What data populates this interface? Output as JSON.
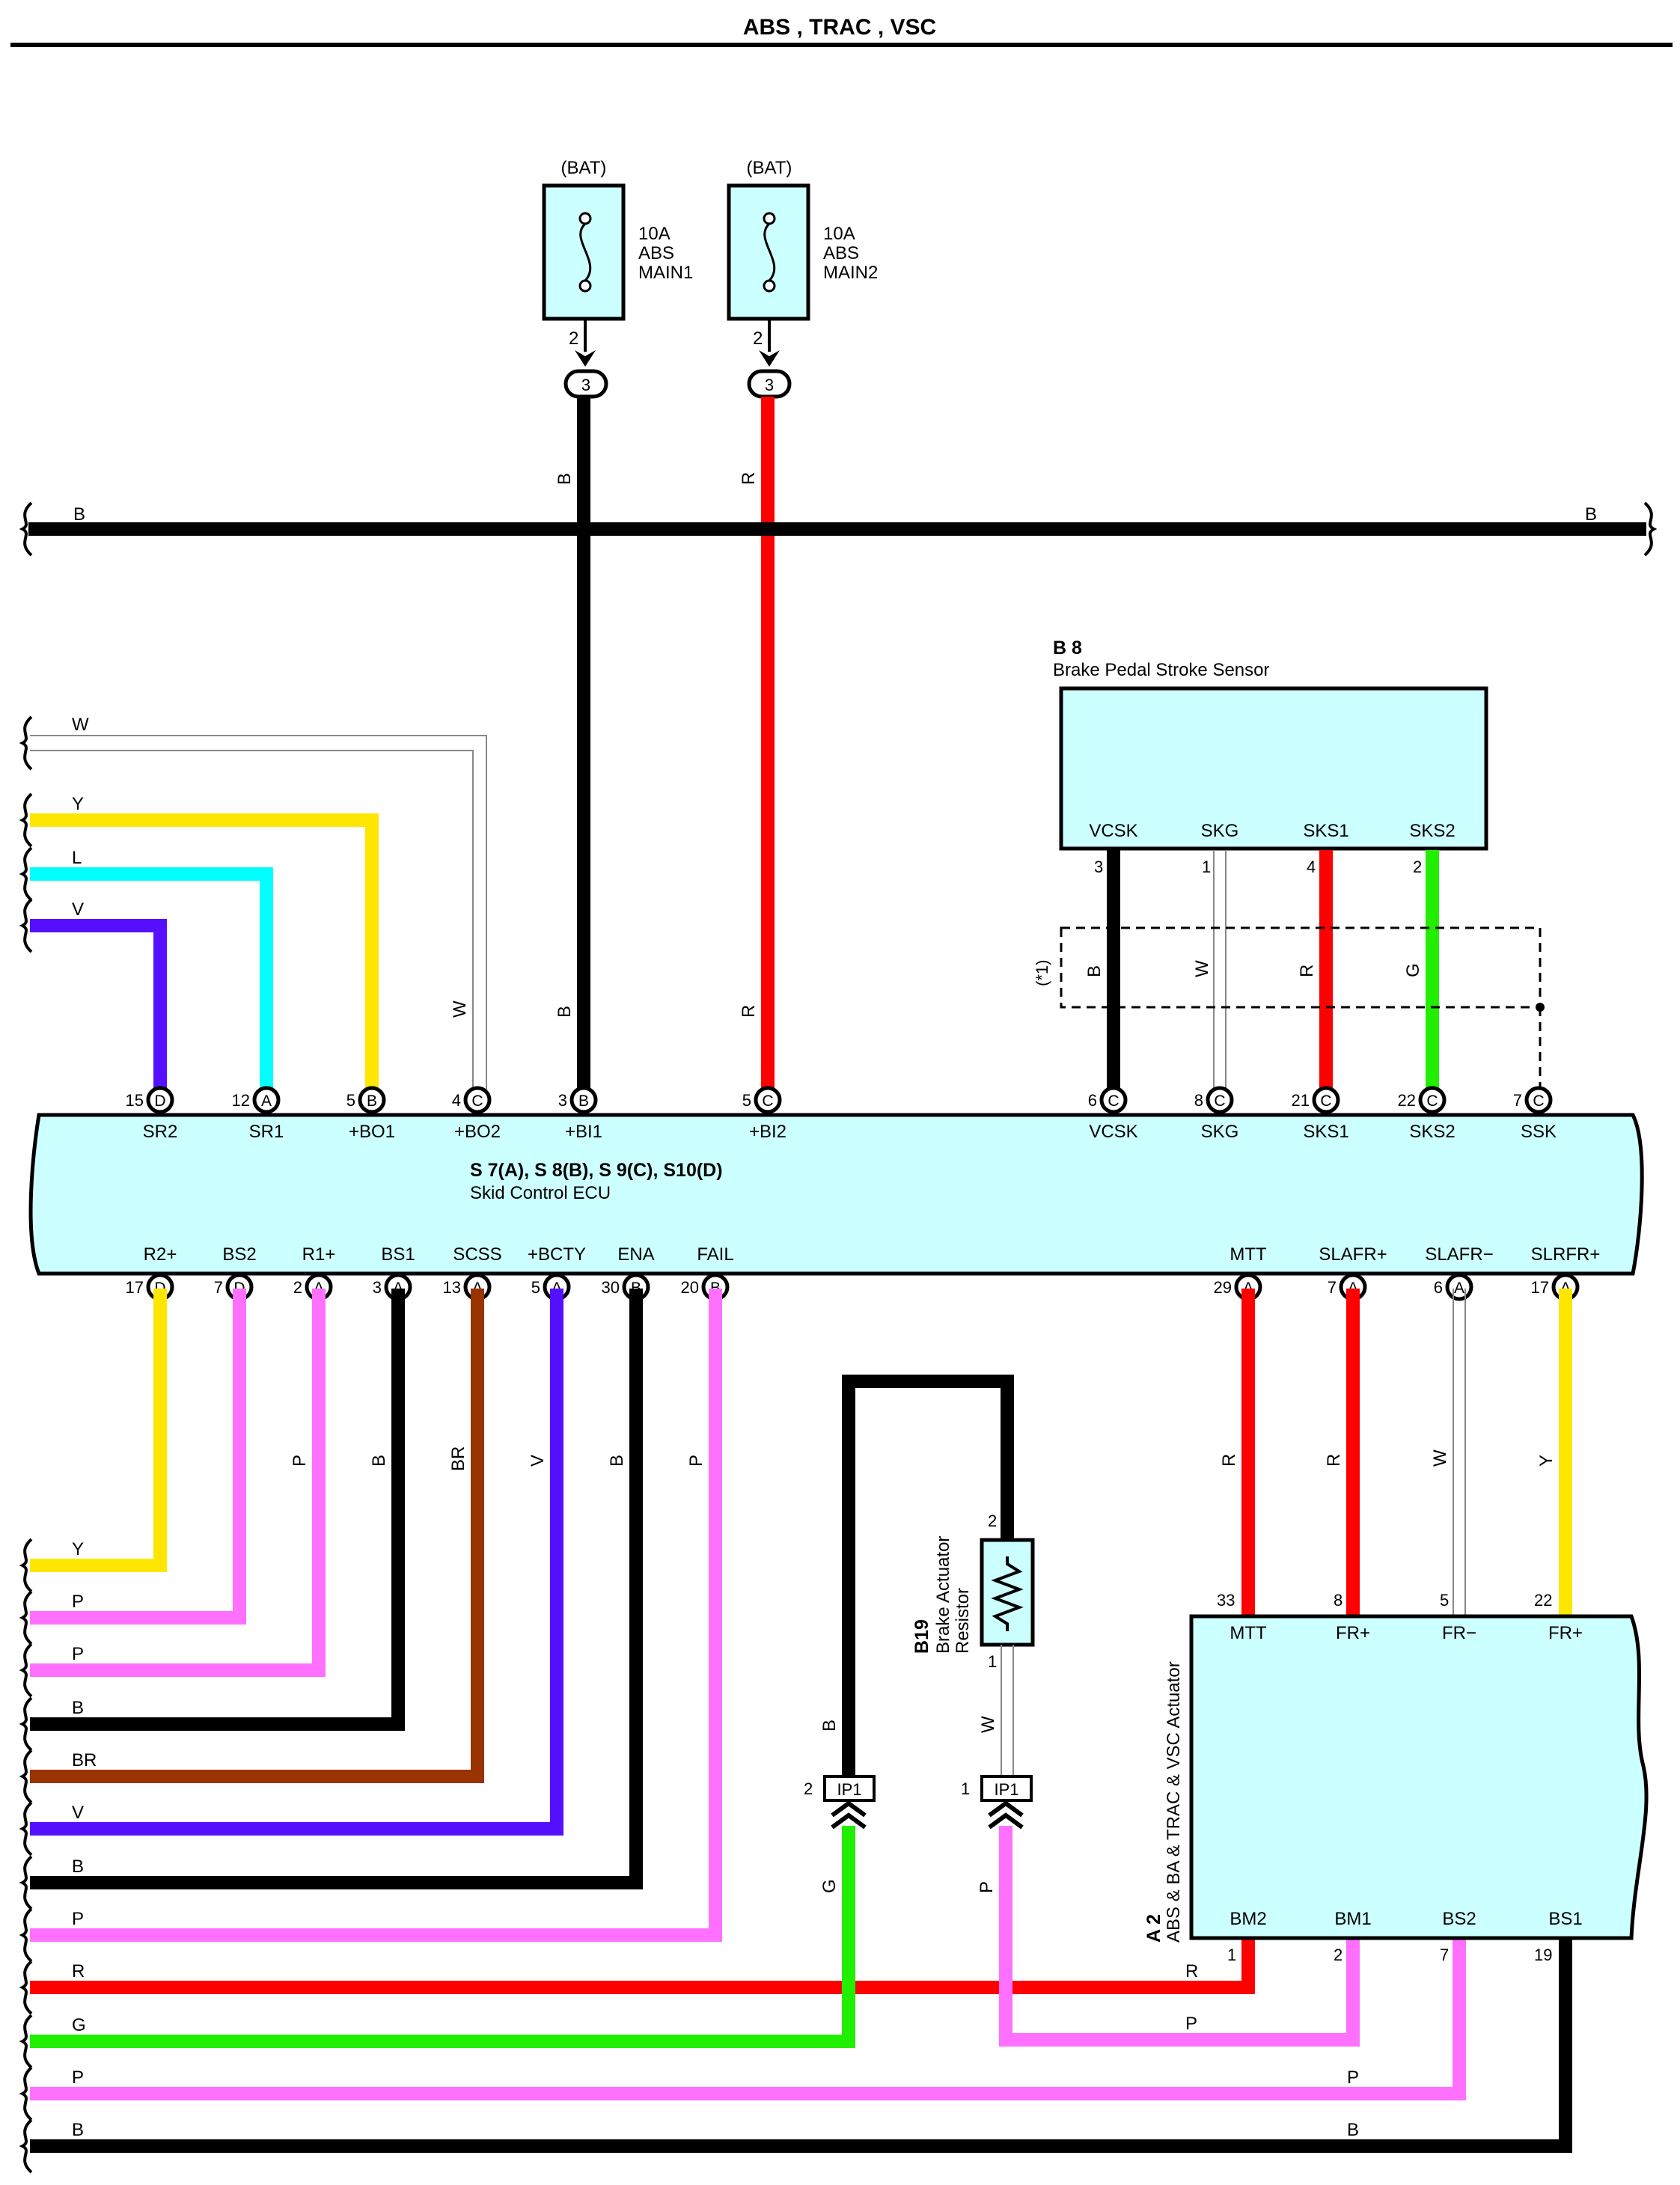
{
  "title": "ABS , TRAC , VSC",
  "colors": {
    "B": "#000000",
    "R": "#ff0000",
    "Y": "#ffe600",
    "L": "#00ffff",
    "V": "#5511ff",
    "W": "#ffffff",
    "P": "#ff70ff",
    "BR": "#993300",
    "G": "#22ee00",
    "component_fill": "#ccffff"
  },
  "fuses": [
    {
      "source": "(BAT)",
      "rating": "10A",
      "line1": "ABS",
      "line2": "MAIN1",
      "pin": "2",
      "junction": "3",
      "wire": "B"
    },
    {
      "source": "(BAT)",
      "rating": "10A",
      "line1": "ABS",
      "line2": "MAIN2",
      "pin": "2",
      "junction": "3",
      "wire": "R"
    }
  ],
  "bus": {
    "left_label": "B",
    "right_label": "B"
  },
  "sensor": {
    "id": "B 8",
    "name": "Brake Pedal Stroke Sensor",
    "shield": "(*1)",
    "pins": [
      {
        "name": "VCSK",
        "num": "3",
        "wire": "B"
      },
      {
        "name": "SKG",
        "num": "1",
        "wire": "W"
      },
      {
        "name": "SKS1",
        "num": "4",
        "wire": "R"
      },
      {
        "name": "SKS2",
        "num": "2",
        "wire": "G"
      }
    ]
  },
  "ecu": {
    "id": "S 7(A), S 8(B), S 9(C), S10(D)",
    "name": "Skid Control ECU",
    "top_pins": [
      {
        "name": "SR2",
        "num": "15",
        "conn": "D"
      },
      {
        "name": "SR1",
        "num": "12",
        "conn": "A"
      },
      {
        "name": "+BO1",
        "num": "5",
        "conn": "B"
      },
      {
        "name": "+BO2",
        "num": "4",
        "conn": "C"
      },
      {
        "name": "+BI1",
        "num": "3",
        "conn": "B"
      },
      {
        "name": "+BI2",
        "num": "5",
        "conn": "C"
      },
      {
        "name": "VCSK",
        "num": "6",
        "conn": "C"
      },
      {
        "name": "SKG",
        "num": "8",
        "conn": "C"
      },
      {
        "name": "SKS1",
        "num": "21",
        "conn": "C"
      },
      {
        "name": "SKS2",
        "num": "22",
        "conn": "C"
      },
      {
        "name": "SSK",
        "num": "7",
        "conn": "C"
      }
    ],
    "bottom_pins": [
      {
        "name": "R2+",
        "num": "17",
        "conn": "D"
      },
      {
        "name": "BS2",
        "num": "7",
        "conn": "D"
      },
      {
        "name": "R1+",
        "num": "2",
        "conn": "A"
      },
      {
        "name": "BS1",
        "num": "3",
        "conn": "A"
      },
      {
        "name": "SCSS",
        "num": "13",
        "conn": "A"
      },
      {
        "name": "+BCTY",
        "num": "5",
        "conn": "A"
      },
      {
        "name": "ENA",
        "num": "30",
        "conn": "B"
      },
      {
        "name": "FAIL",
        "num": "20",
        "conn": "B"
      },
      {
        "name": "MTT",
        "num": "29",
        "conn": "A"
      },
      {
        "name": "SLAFR+",
        "num": "7",
        "conn": "A"
      },
      {
        "name": "SLAFR−",
        "num": "6",
        "conn": "A"
      },
      {
        "name": "SLRFR+",
        "num": "17",
        "conn": "A"
      }
    ]
  },
  "top_left_wires": [
    "W",
    "Y",
    "L",
    "V"
  ],
  "top_vertical_wire_labels": [
    "W",
    "B",
    "R"
  ],
  "bottom_vertical_wire_labels": [
    "P",
    "B",
    "BR",
    "V",
    "B",
    "P",
    "R",
    "R",
    "W",
    "Y"
  ],
  "left_bottom_wires": [
    "Y",
    "P",
    "P",
    "B",
    "BR",
    "V",
    "B",
    "P",
    "R",
    "G",
    "P",
    "B"
  ],
  "resistor": {
    "id": "B19",
    "line1": "Brake Actuator",
    "line2": "Resistor",
    "pin_top": "2",
    "pin_bottom": "1",
    "wire": "W"
  },
  "ip_connectors": [
    {
      "label": "IP1",
      "num": "2",
      "wire_up": "B",
      "wire_down": "G"
    },
    {
      "label": "IP1",
      "num": "1",
      "wire_down": "P"
    }
  ],
  "actuator": {
    "id": "A 2",
    "name": "ABS & BA & TRAC & VSC Actuator",
    "top_pins": [
      {
        "name": "MTT",
        "num": "33"
      },
      {
        "name": "FR+",
        "num": "8"
      },
      {
        "name": "FR−",
        "num": "5"
      },
      {
        "name": "FR+",
        "num": "22"
      }
    ],
    "bottom_pins": [
      {
        "name": "BM2",
        "num": "1"
      },
      {
        "name": "BM1",
        "num": "2"
      },
      {
        "name": "BS2",
        "num": "7"
      },
      {
        "name": "BS1",
        "num": "19"
      }
    ]
  },
  "right_bottom_wire_labels": [
    "R",
    "P",
    "P",
    "B"
  ]
}
